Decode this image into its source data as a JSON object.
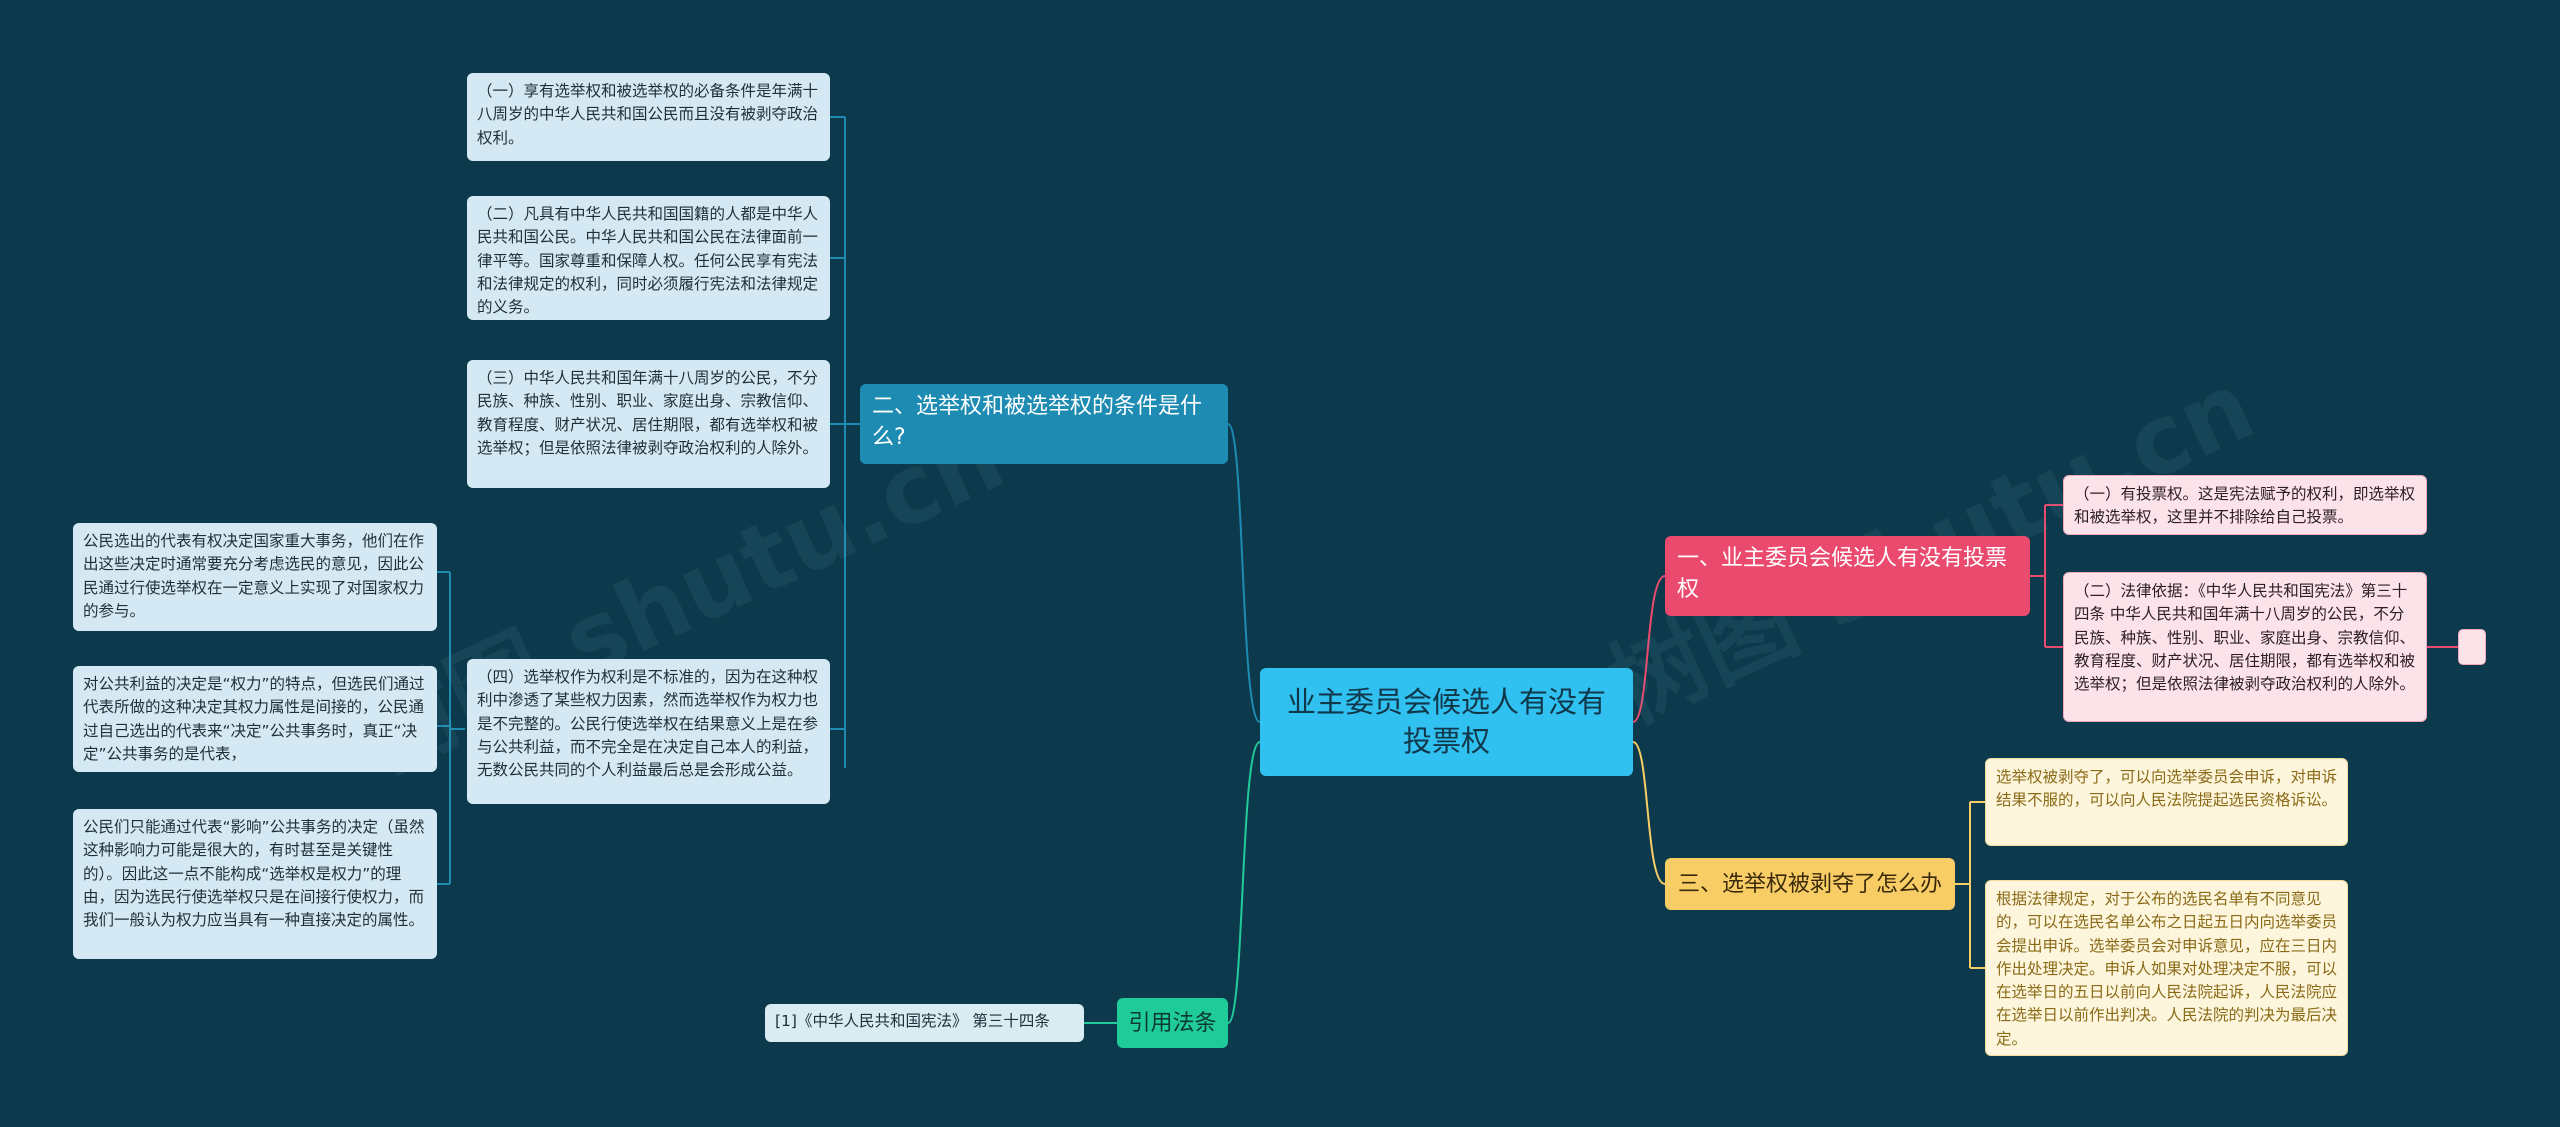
{
  "root": {
    "title": "业主委员会候选人有没有投票权"
  },
  "branch_conditions": {
    "title": "二、选举权和被选举权的条件是什么?",
    "items": [
      "（一）享有选举权和被选举权的必备条件是年满十八周岁的中华人民共和国公民而且没有被剥夺政治权利。",
      "（二）凡具有中华人民共和国国籍的人都是中华人民共和国公民。中华人民共和国公民在法律面前一律平等。国家尊重和保障人权。任何公民享有宪法和法律规定的权利，同时必须履行宪法和法律规定的义务。",
      "（三）中华人民共和国年满十八周岁的公民，不分民族、种族、性别、职业、家庭出身、宗教信仰、教育程度、财产状况、居住期限，都有选举权和被选举权；但是依照法律被剥夺政治权利的人除外。",
      "（四）选举权作为权利是不标准的，因为在这种权利中渗透了某些权力因素，然而选举权作为权力也是不完整的。公民行使选举权在结果意义上是在参与公共利益，而不完全是在决定自己本人的利益，无数公民共同的个人利益最后总是会形成公益。"
    ],
    "sub_items": [
      "公民选出的代表有权决定国家重大事务，他们在作出这些决定时通常要充分考虑选民的意见，因此公民通过行使选举权在一定意义上实现了对国家权力的参与。",
      "对公共利益的决定是“权力”的特点，但选民们通过代表所做的这种决定其权力属性是间接的，公民通过自己选出的代表来“决定”公共事务时，真正“决定”公共事务的是代表，",
      "公民们只能通过代表“影响”公共事务的决定（虽然这种影响力可能是很大的，有时甚至是关键性的）。因此这一点不能构成“选举权是权力”的理由，因为选民行使选举权只是在间接行使权力，而我们一般认为权力应当具有一种直接决定的属性。"
    ]
  },
  "branch_voting": {
    "title": "一、业主委员会候选人有没有投票权",
    "items": [
      "（一）有投票权。这是宪法赋予的权利，即选举权和被选举权，这里并不排除给自己投票。",
      "（二）法律依据：《中华人民共和国宪法》第三十四条 中华人民共和国年满十八周岁的公民，不分民族、种族、性别、职业、家庭出身、宗教信仰、教育程度、财产状况、居住期限，都有选举权和被选举权；但是依照法律被剥夺政治权利的人除外。"
    ]
  },
  "branch_deprived": {
    "title": "三、选举权被剥夺了怎么办",
    "items": [
      "选举权被剥夺了，可以向选举委员会申诉，对申诉结果不服的，可以向人民法院提起选民资格诉讼。",
      "根据法律规定，对于公布的选民名单有不同意见的，可以在选民名单公布之日起五日内向选举委员会提出申诉。选举委员会对申诉意见，应在三日内作出处理决定。申诉人如果对处理决定不服，可以在选举日的五日以前向人民法院起诉，人民法院应在选举日以前作出判决。人民法院的判决为最后决定。"
    ]
  },
  "branch_citation": {
    "title": "引用法条",
    "items": [
      "[1]《中华人民共和国宪法》 第三十四条"
    ]
  },
  "watermarks": [
    "树图 shutu.cn",
    "树图 shutu.cn"
  ],
  "colors": {
    "background": "#0c3a4c",
    "root": "#31c1f0",
    "conditions": "#1d8bb2",
    "voting": "#ea4a6e",
    "deprived": "#f8cd65",
    "citation": "#20cb9a"
  }
}
